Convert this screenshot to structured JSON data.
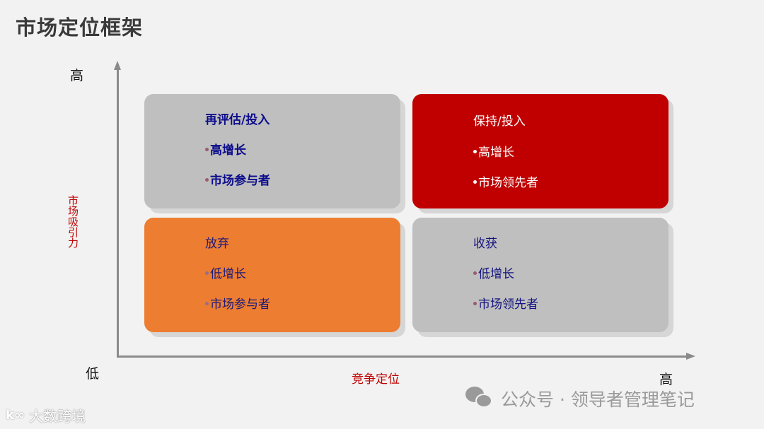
{
  "title": "市场定位框架",
  "axes": {
    "y_title": "市场吸引力",
    "y_high": "高",
    "x_title": "竞争定位",
    "x_low": "低",
    "x_high": "高"
  },
  "quadrants": [
    {
      "position": "top-left",
      "heading": "再评估/投入",
      "items": [
        "高增长",
        "市场参与者"
      ],
      "color": "#bfbfbf"
    },
    {
      "position": "top-right",
      "heading": "保持/投入",
      "items": [
        "高增长",
        "市场领先者"
      ],
      "color": "#c00000"
    },
    {
      "position": "bottom-left",
      "heading": "放弃",
      "items": [
        "低增长",
        "市场参与者"
      ],
      "color": "#ed7d31"
    },
    {
      "position": "bottom-right",
      "heading": "收获",
      "items": [
        "低增长",
        "市场领先者"
      ],
      "color": "#bfbfbf"
    }
  ],
  "watermarks": {
    "left_logo": "k∞",
    "left_text": "大数跨境",
    "right_icon": "wechat-icon",
    "right_text": "公众号 · 领导者管理笔记"
  }
}
